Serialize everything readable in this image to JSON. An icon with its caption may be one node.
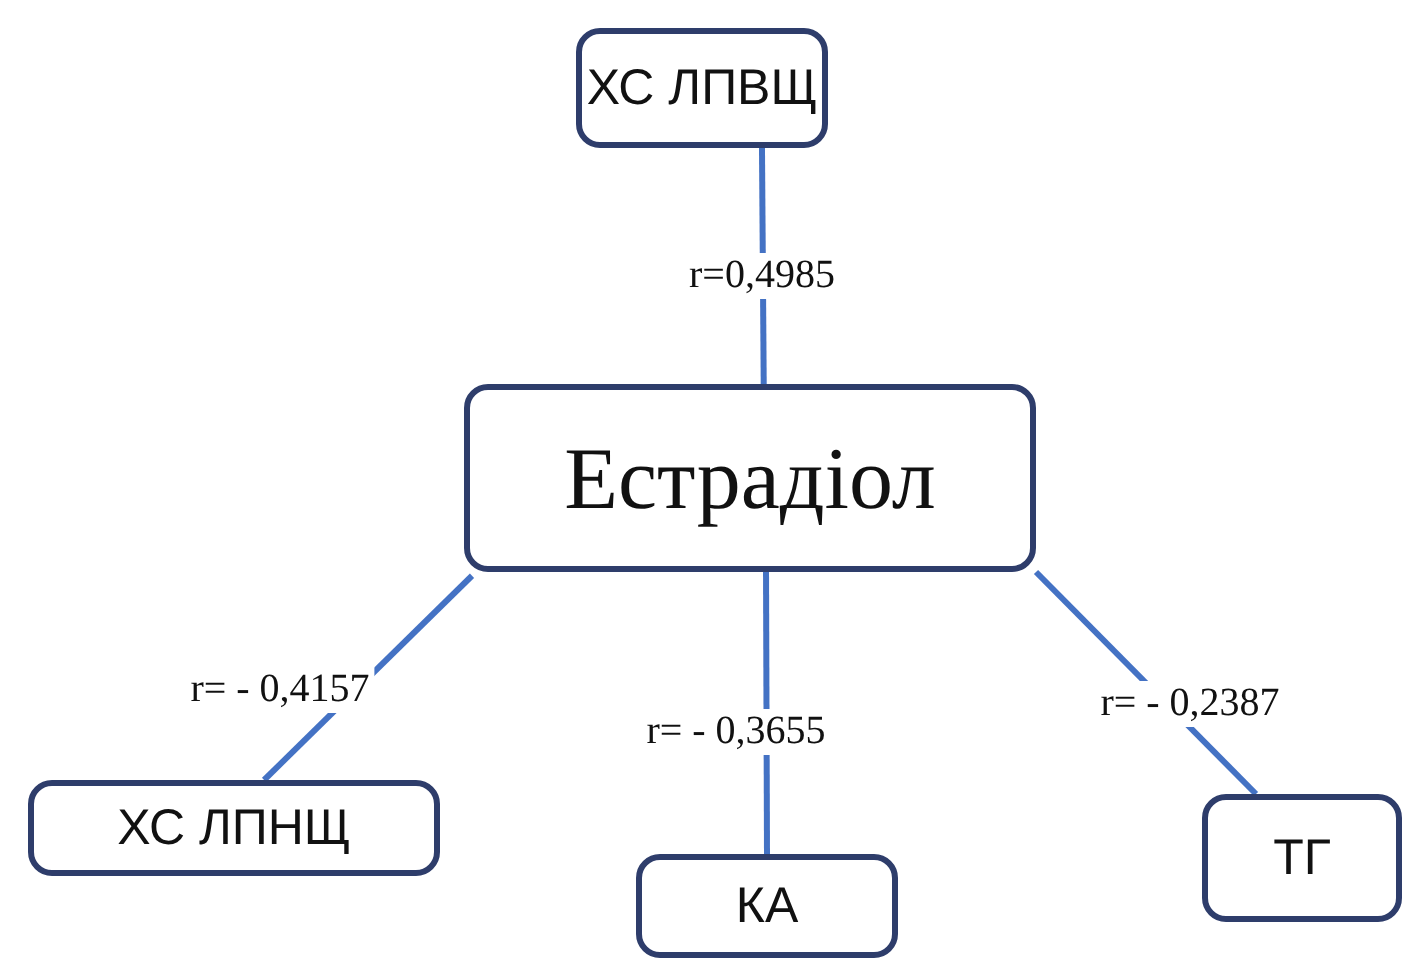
{
  "diagram": {
    "nodes": [
      {
        "text": [
          "ХС ЛПВЩ"
        ]
      },
      {
        "text": [
          "Естрадіол"
        ]
      },
      {
        "text": [
          "ХС ЛПНЩ"
        ]
      },
      {
        "text": [
          "КА"
        ]
      },
      {
        "text": [
          "ТГ"
        ]
      }
    ],
    "edges": [
      {
        "from": 1,
        "to": 0,
        "arrow": "none",
        "label": "r=0,4985"
      },
      {
        "from": 1,
        "to": 2,
        "arrow": "none",
        "label": "r= - 0,4157"
      },
      {
        "from": 1,
        "to": 3,
        "arrow": "none",
        "label": "r= - 0,3655"
      },
      {
        "from": 1,
        "to": 4,
        "arrow": "none",
        "label": "r= - 0,2387"
      }
    ]
  }
}
